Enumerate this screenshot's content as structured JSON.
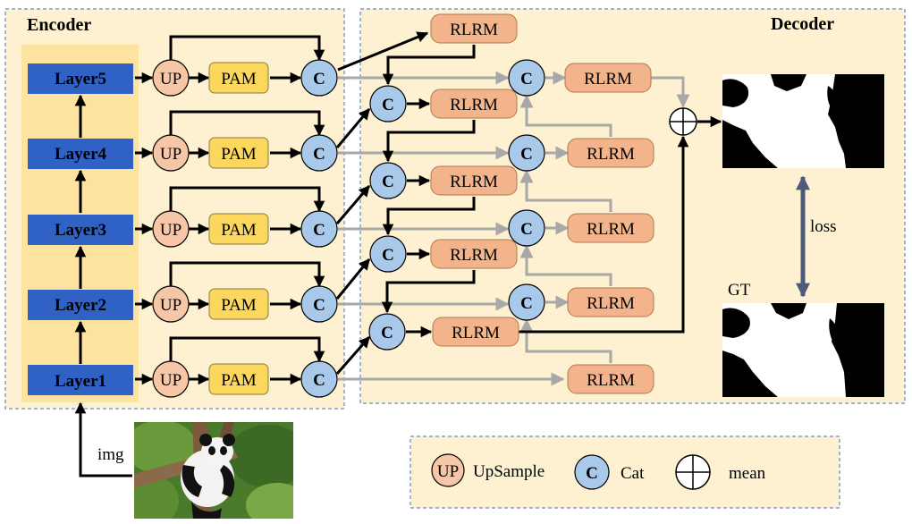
{
  "encoder": {
    "title": "Encoder",
    "layers": [
      "Layer5",
      "Layer4",
      "Layer3",
      "Layer2",
      "Layer1"
    ]
  },
  "decoder": {
    "title": "Decoder"
  },
  "blocks": {
    "up": "UP",
    "pam": "PAM",
    "cat": "C",
    "rlrm": "RLRM"
  },
  "labels": {
    "img": "img",
    "loss": "loss",
    "gt": "GT"
  },
  "legend": {
    "upsample": "UpSample",
    "cat": "Cat",
    "mean": "mean"
  },
  "colors": {
    "panel_fill": "#fdf1d2",
    "panel_border": "#7f9fc9",
    "encoder_column": "#fce4a0",
    "layer_box": "#2f62c4",
    "up_circle": "#f6c6a6",
    "pam_box": "#fcd75e",
    "cat_circle": "#a9c9ea",
    "rlrm_box": "#f3b48b",
    "arrow_dark": "#000000",
    "arrow_gray": "#a8a8a8",
    "loss_arrow": "#4d5b78"
  },
  "images": {
    "input": "panda-photo",
    "prediction": "prediction-mask",
    "ground_truth": "ground-truth-mask"
  }
}
